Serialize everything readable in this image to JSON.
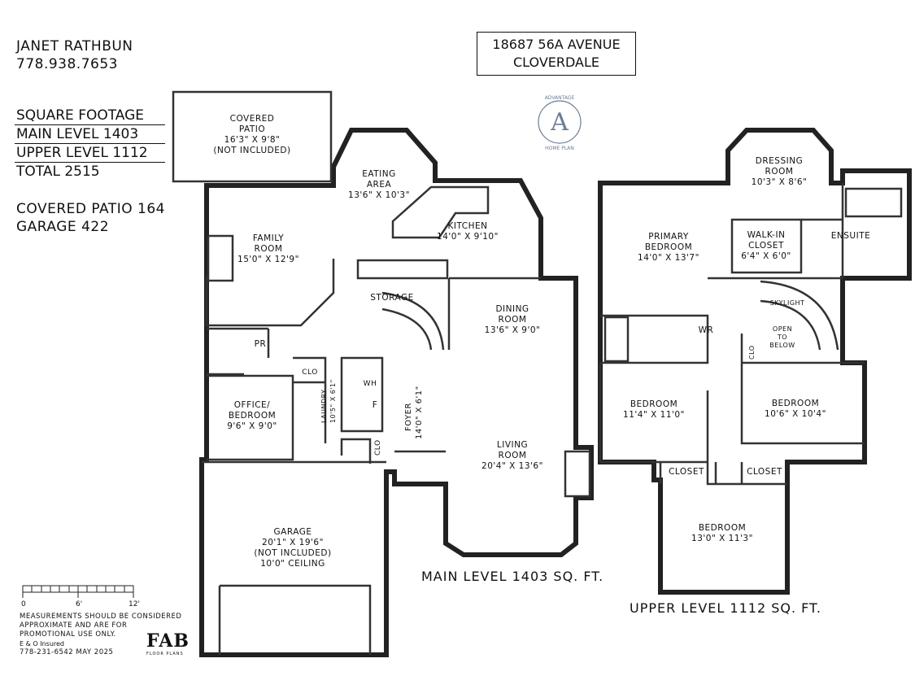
{
  "agent": {
    "name": "JANET RATHBUN",
    "phone": "778.938.7653"
  },
  "address": {
    "line1": "18687 56A AVENUE",
    "line2": "CLOVERDALE"
  },
  "square_footage": {
    "title": "SQUARE FOOTAGE",
    "main": "MAIN LEVEL 1403",
    "upper": "UPPER LEVEL 1112",
    "total": "TOTAL 2515",
    "patio": "COVERED PATIO 164",
    "garage": "GARAGE 422"
  },
  "logo": {
    "top": "ADVANTAGE",
    "bottom": "HOME PLAN",
    "letter": "A"
  },
  "main_rooms": {
    "patio": {
      "name": "COVERED\nPATIO",
      "dims": "16'3\" X 9'8\"",
      "note": "(NOT INCLUDED)"
    },
    "eating": {
      "name": "EATING\nAREA",
      "dims": "13'6\" X 10'3\""
    },
    "kitchen": {
      "name": "KITCHEN",
      "dims": "14'0\" X 9'10\""
    },
    "family": {
      "name": "FAMILY\nROOM",
      "dims": "15'0\" X 12'9\""
    },
    "storage": {
      "name": "STORAGE"
    },
    "dining": {
      "name": "DINING\nROOM",
      "dims": "13'6\" X 9'0\""
    },
    "pr": {
      "name": "PR"
    },
    "clo1": {
      "name": "CLO"
    },
    "wh": {
      "name": "WH"
    },
    "f": {
      "name": "F"
    },
    "office": {
      "name": "OFFICE/\nBEDROOM",
      "dims": "9'6\" X 9'0\""
    },
    "laundry": {
      "name": "LAUNDRY",
      "dims": "10'5\" X 6'1\""
    },
    "foyer": {
      "name": "FOYER",
      "dims": "14'0\" X 6'1\""
    },
    "clo2": {
      "name": "CLO"
    },
    "living": {
      "name": "LIVING\nROOM",
      "dims": "20'4\" X 13'6\""
    },
    "garage": {
      "name": "GARAGE",
      "dims": "20'1\" X 19'6\"",
      "note": "(NOT INCLUDED)",
      "ceiling": "10'0\" CEILING"
    }
  },
  "upper_rooms": {
    "dressing": {
      "name": "DRESSING\nROOM",
      "dims": "10'3\" X 8'6\""
    },
    "primary": {
      "name": "PRIMARY\nBEDROOM",
      "dims": "14'0\" X 13'7\""
    },
    "walkin": {
      "name": "WALK-IN\nCLOSET",
      "dims": "6'4\" X 6'0\""
    },
    "ensuite": {
      "name": "ENSUITE"
    },
    "skylight": {
      "name": "SKYLIGHT"
    },
    "wr": {
      "name": "WR"
    },
    "open": {
      "name": "OPEN\nTO\nBELOW"
    },
    "clo": {
      "name": "CLO"
    },
    "bed2": {
      "name": "BEDROOM",
      "dims": "11'4\" X 11'0\""
    },
    "bed3": {
      "name": "BEDROOM",
      "dims": "10'6\" X 10'4\""
    },
    "closet1": {
      "name": "CLOSET"
    },
    "closet2": {
      "name": "CLOSET"
    },
    "bed4": {
      "name": "BEDROOM",
      "dims": "13'0\" X 11'3\""
    }
  },
  "level_labels": {
    "main": "MAIN LEVEL 1403 SQ. FT.",
    "upper": "UPPER LEVEL 1112 SQ. FT."
  },
  "scale": {
    "t0": "0",
    "t6": "6'",
    "t12": "12'"
  },
  "disclaimer": {
    "l1": "MEASUREMENTS SHOULD BE CONSIDERED",
    "l2": "APPROXIMATE AND ARE FOR",
    "l3": "PROMOTIONAL USE ONLY.",
    "l4": "E & O Insured",
    "l5": "778-231-6542  MAY 2025"
  },
  "brand": {
    "name": "FAB",
    "sub": "FLOOR PLANS"
  }
}
